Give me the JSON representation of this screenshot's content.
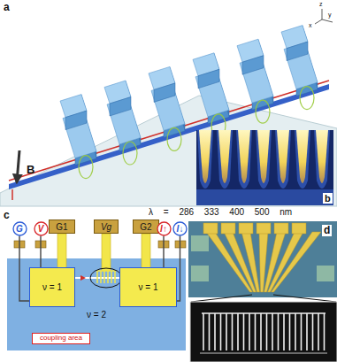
{
  "diagram": {
    "nodes": [
      {
        "text": [
          "G1"
        ]
      },
      {
        "text": [
          "Vg"
        ]
      },
      {
        "text": [
          "G2"
        ]
      },
      {
        "text": [
          "G"
        ]
      },
      {
        "text": [
          "V"
        ]
      },
      {
        "text": [
          "I↑"
        ]
      },
      {
        "text": [
          "I↓"
        ]
      },
      {
        "text": [
          "ν = 2"
        ]
      },
      {
        "text": [
          "ν = 1"
        ],
        "in": 7
      },
      {
        "text": [
          "ν = 1"
        ],
        "in": 7
      },
      {
        "text": [
          "coupling area"
        ],
        "in": 7
      }
    ],
    "edges": [
      {
        "from": 3,
        "to": 8,
        "arrow": "none"
      },
      {
        "from": 4,
        "to": 8,
        "arrow": "none"
      },
      {
        "from": 5,
        "to": 9,
        "arrow": "none"
      },
      {
        "from": 6,
        "to": 9,
        "arrow": "none"
      }
    ],
    "labels": [
      "a",
      "B",
      "x",
      "y",
      "z",
      "b",
      "λ = 286 333 400 500 nm",
      "c",
      "d"
    ]
  }
}
